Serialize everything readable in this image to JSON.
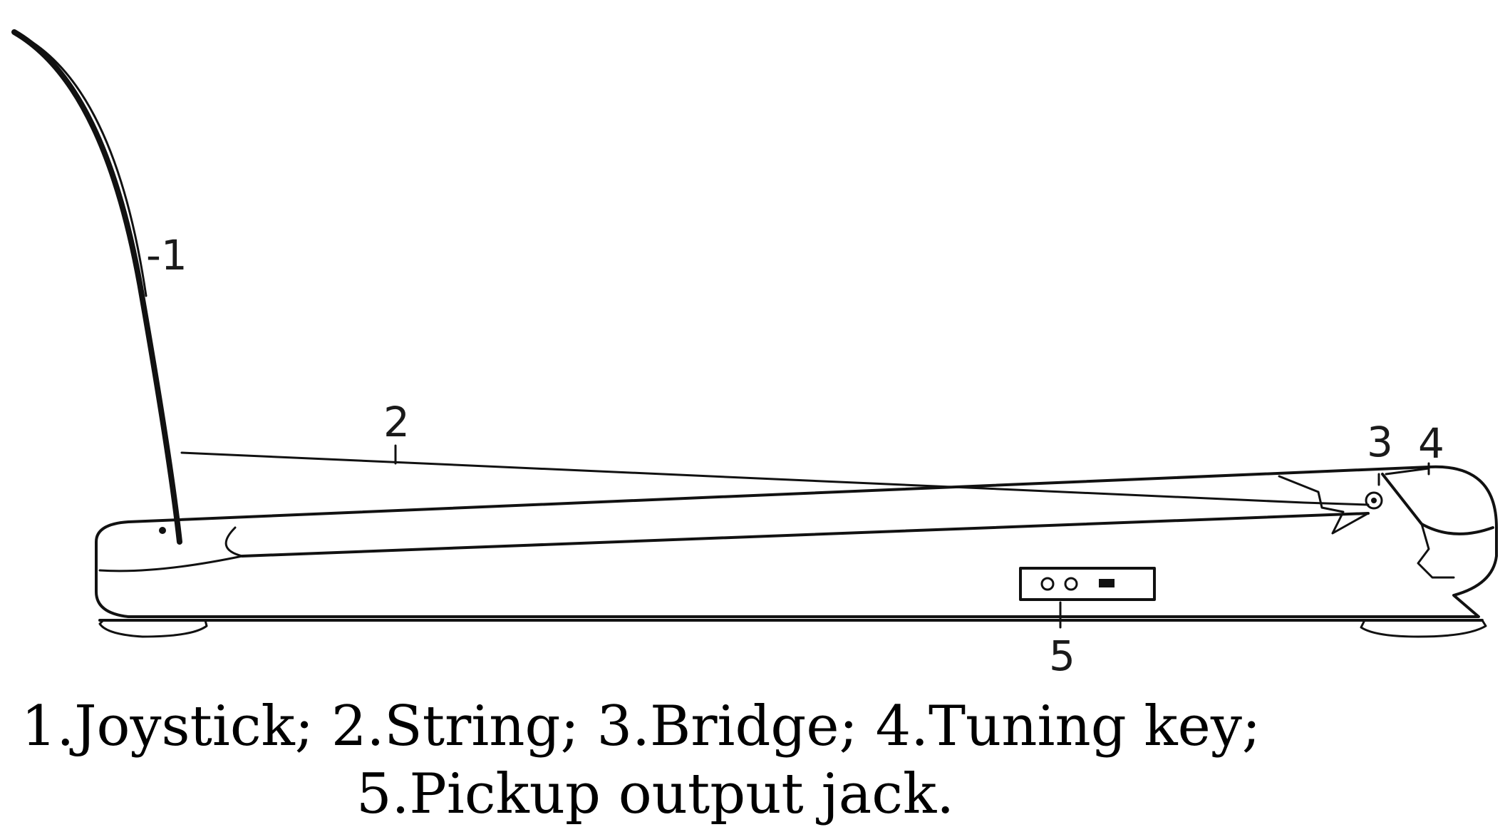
{
  "diagram": {
    "part_labels": [
      {
        "id": "joystick",
        "number": "-1"
      },
      {
        "id": "string",
        "number": "2"
      },
      {
        "id": "bridge",
        "number": "3"
      },
      {
        "id": "tuning-key",
        "number": "4"
      },
      {
        "id": "pickup-output-jack",
        "number": "5"
      }
    ]
  },
  "caption": {
    "line1": "1.Joystick; 2.String; 3.Bridge; 4.Tuning key;",
    "line2": "5.Pickup output jack."
  }
}
